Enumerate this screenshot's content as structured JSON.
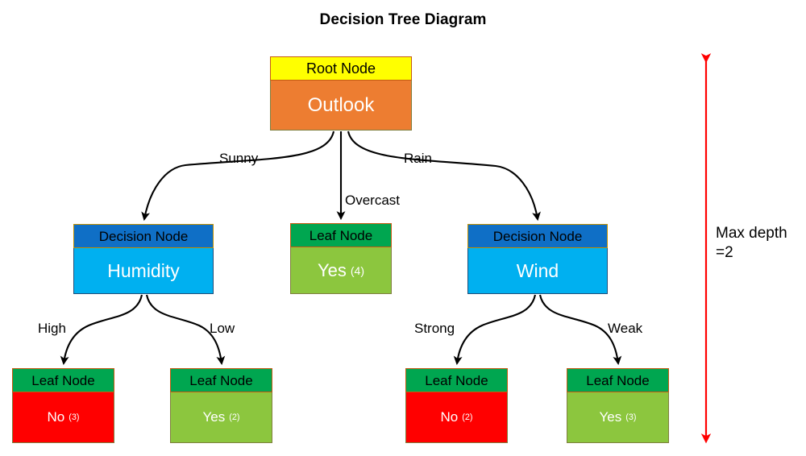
{
  "diagram": {
    "title": "Decision Tree Diagram",
    "annotation": {
      "line1": "Max depth",
      "line2": "=2",
      "color": "#FF0000"
    },
    "palette": {
      "root_header_bg": "#FFFF00",
      "root_body_bg": "#ED7D31",
      "decision_header_bg": "#0F6FC6",
      "decision_body_bg": "#00B0F0",
      "leaf_header_bg": "#00A650",
      "leaf_yes_bg": "#8CC63E",
      "leaf_no_bg": "#FF0000",
      "edge_color": "#000000",
      "annotation_color": "#FF0000"
    },
    "nodes": {
      "root": {
        "type_label": "Root Node",
        "value": "Outlook"
      },
      "humidity": {
        "type_label": "Decision Node",
        "value": "Humidity"
      },
      "overcast_leaf": {
        "type_label": "Leaf Node",
        "value": "Yes",
        "count": "(4)"
      },
      "wind": {
        "type_label": "Decision Node",
        "value": "Wind"
      },
      "high_leaf": {
        "type_label": "Leaf Node",
        "value": "No",
        "count": "(3)"
      },
      "low_leaf": {
        "type_label": "Leaf Node",
        "value": "Yes",
        "count": "(2)"
      },
      "strong_leaf": {
        "type_label": "Leaf Node",
        "value": "No",
        "count": "(2)"
      },
      "weak_leaf": {
        "type_label": "Leaf Node",
        "value": "Yes",
        "count": "(3)"
      }
    },
    "edges": {
      "sunny": "Sunny",
      "overcast": "Overcast",
      "rain": "Rain",
      "high": "High",
      "low": "Low",
      "strong": "Strong",
      "weak": "Weak"
    }
  }
}
